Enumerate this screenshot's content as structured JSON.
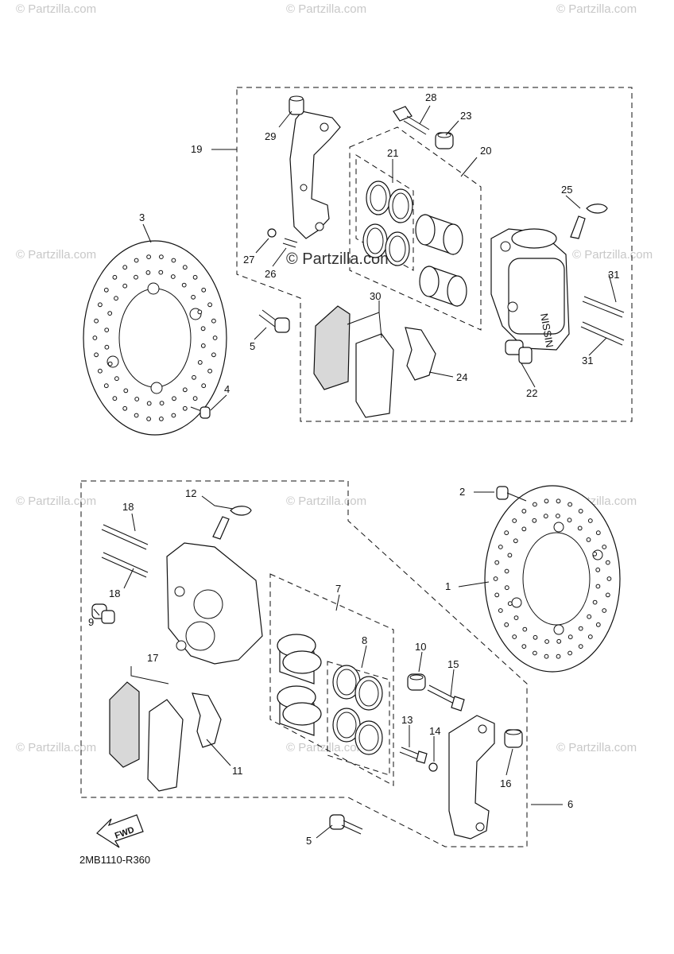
{
  "watermarks": {
    "corner": "© Partzilla.com",
    "center": "© Partzilla.com"
  },
  "diagram_code": "2MB1110-R360",
  "fwd_label": "FWD",
  "part_labels": {
    "p1": "1",
    "p2": "2",
    "p3": "3",
    "p4": "4",
    "p5a": "5",
    "p5b": "5",
    "p6": "6",
    "p7": "7",
    "p8": "8",
    "p9": "9",
    "p10": "10",
    "p11": "11",
    "p12": "12",
    "p13": "13",
    "p14": "14",
    "p15": "15",
    "p16": "16",
    "p17": "17",
    "p18a": "18",
    "p18b": "18",
    "p19": "19",
    "p20": "20",
    "p21": "21",
    "p22": "22",
    "p23": "23",
    "p24": "24",
    "p25": "25",
    "p26": "26",
    "p27": "27",
    "p28": "28",
    "p29": "29",
    "p30": "30",
    "p31a": "31",
    "p31b": "31"
  },
  "caliper_brand": "NISSIN"
}
